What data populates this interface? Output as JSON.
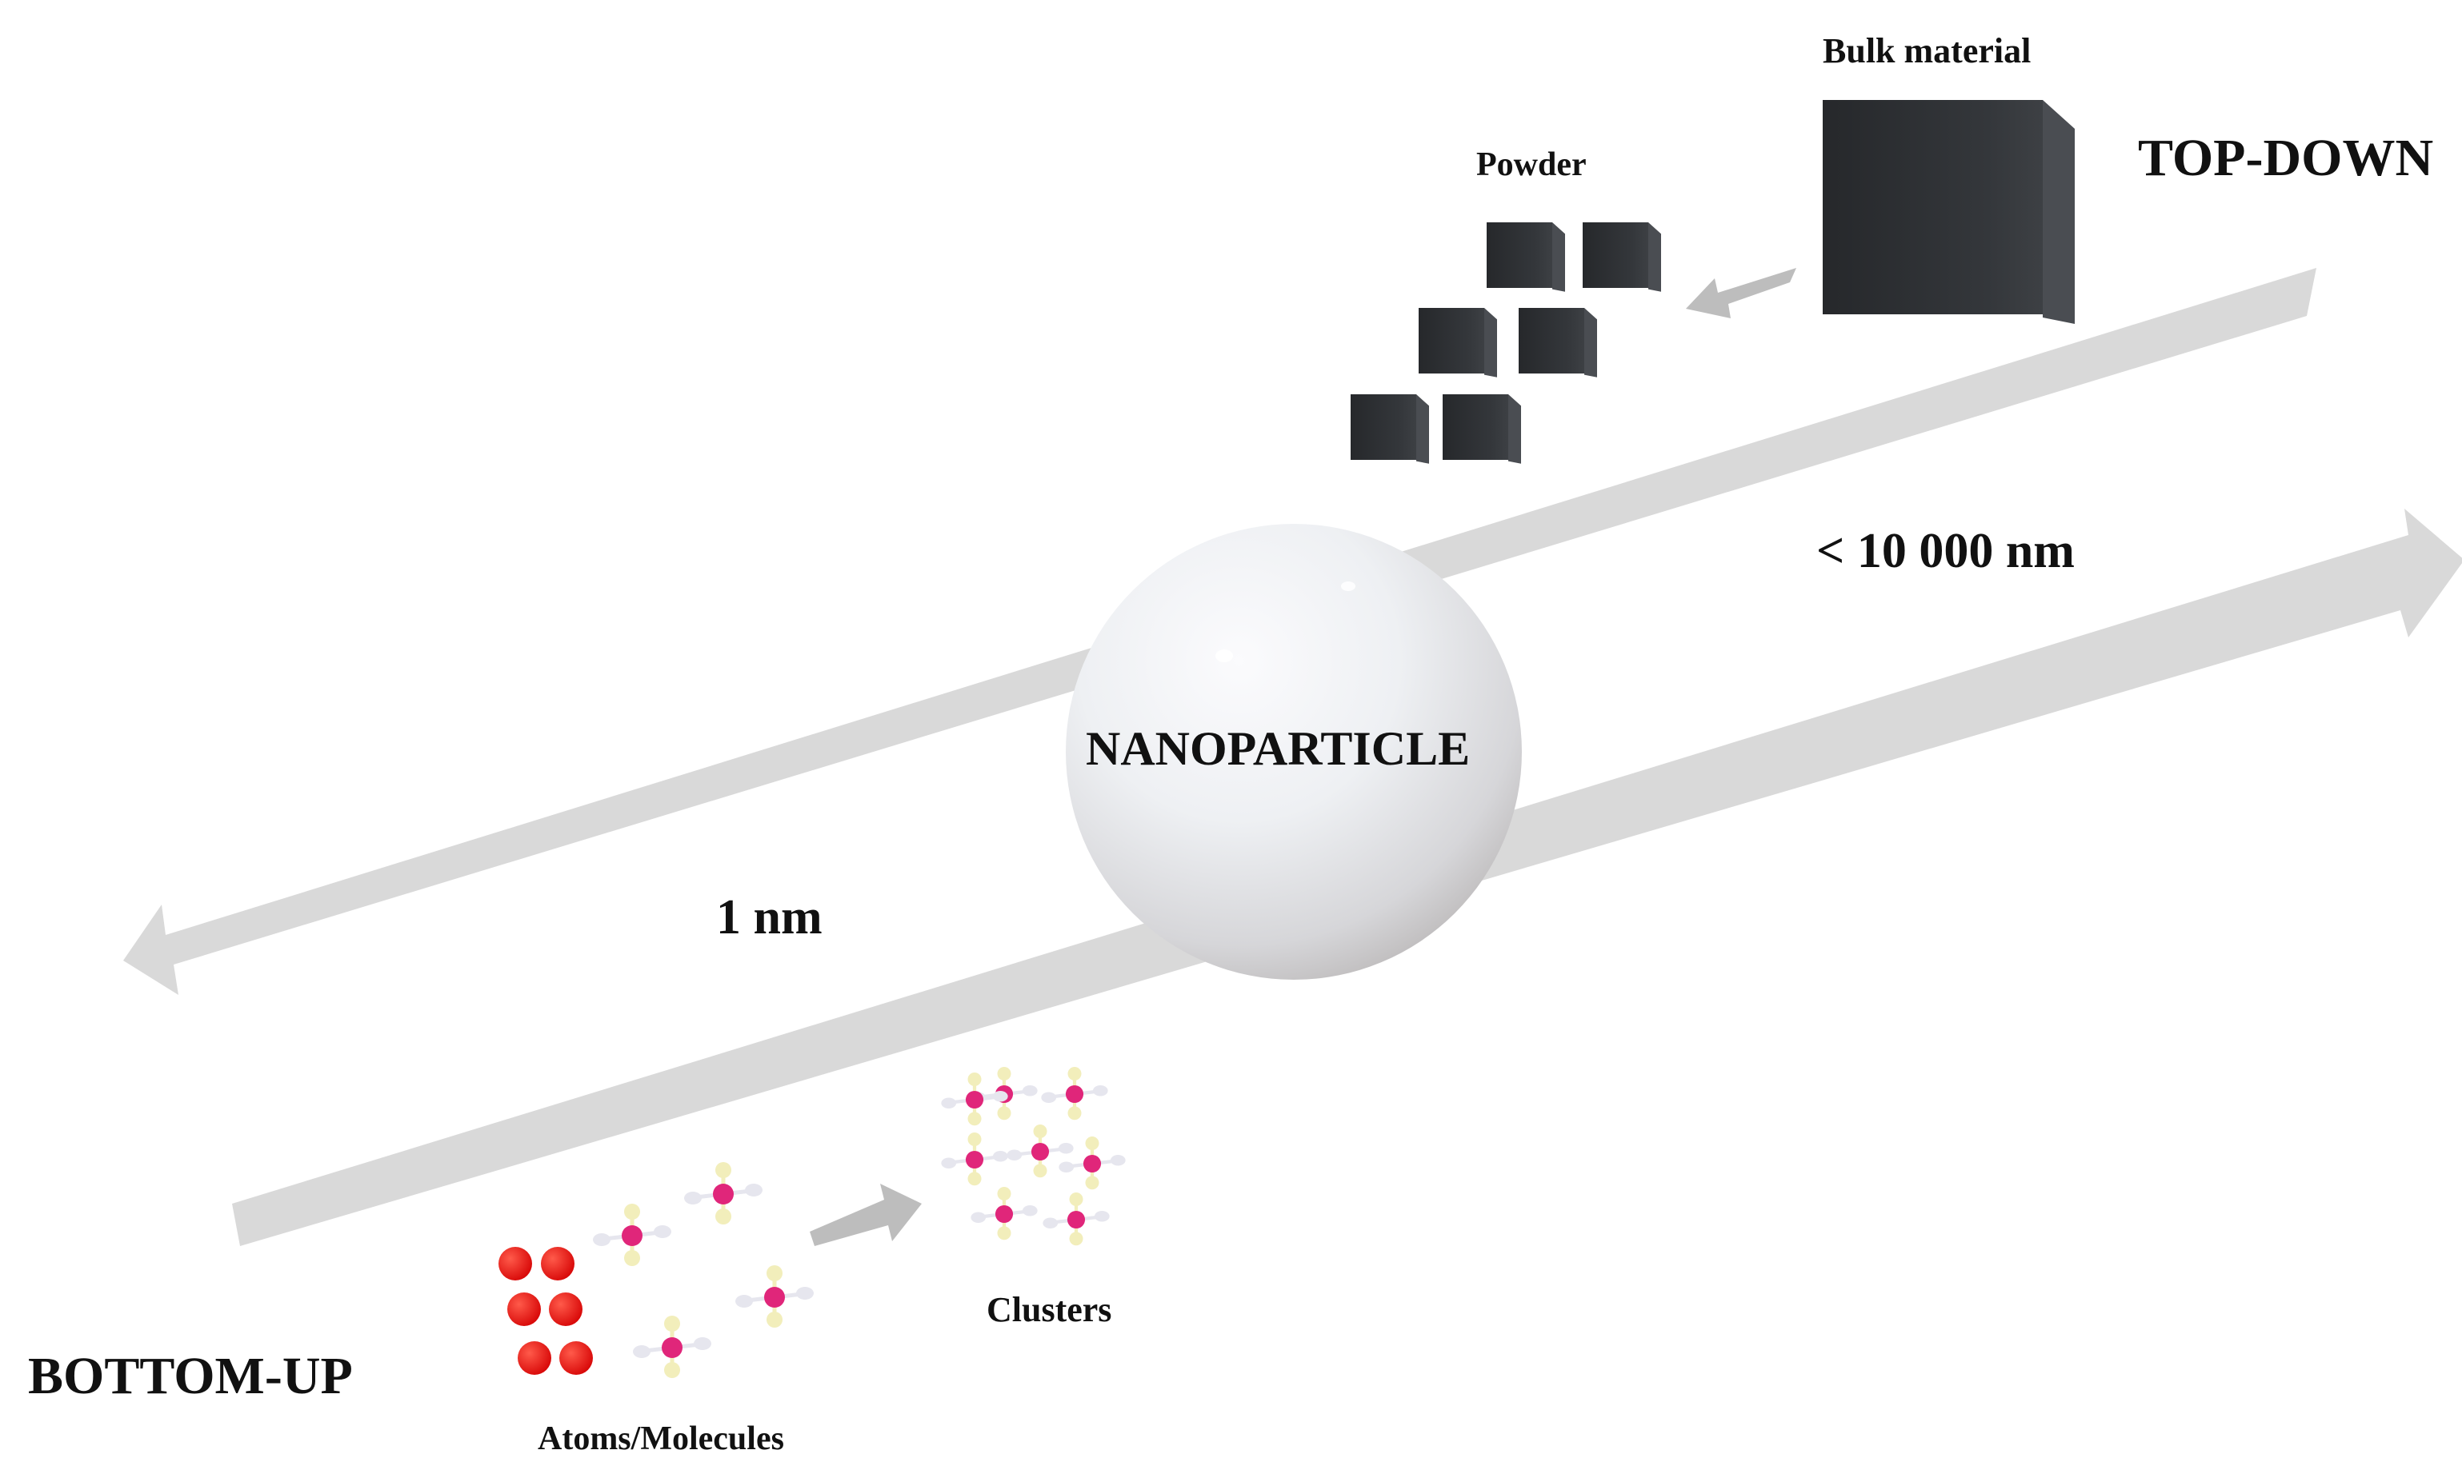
{
  "labels": {
    "top_down": "TOP-DOWN",
    "bottom_up": "BOTTOM-UP",
    "bulk_material": "Bulk material",
    "powder": "Powder",
    "nanoparticle": "NANOPARTICLE",
    "upper_size": "< 10 000 nm",
    "lower_size": "1 nm",
    "clusters": "Clusters",
    "atoms_molecules": "Atoms/Molecules"
  },
  "colors": {
    "arrow_band": "#d9d9d9",
    "small_arrow": "#bfbfbf",
    "cube": "#2b2d30",
    "atom": "#ee1111",
    "molecule_center": "#e0267a",
    "molecule_side": "#f2eebb",
    "molecule_end": "#e6e6ee"
  },
  "icons": {
    "bulk": "cube-icon",
    "powder": "cube-icon",
    "atom": "atom-sphere-icon",
    "molecule": "molecule-icon"
  }
}
